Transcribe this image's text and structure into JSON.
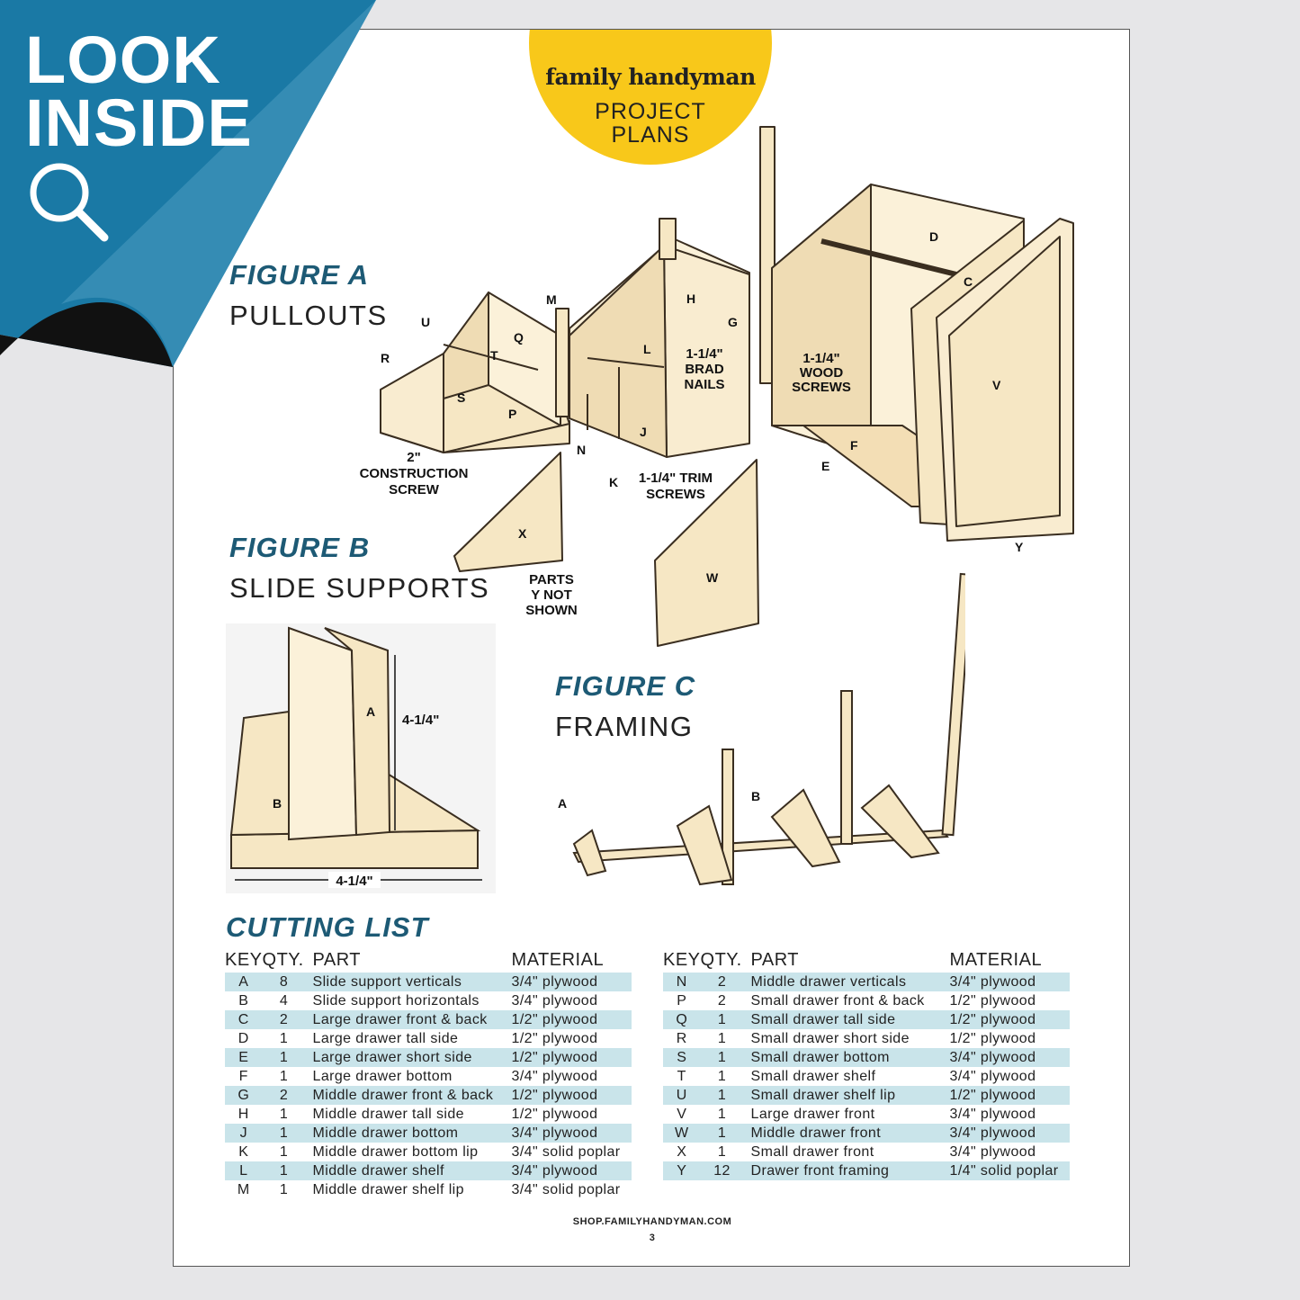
{
  "corner": {
    "line1": "LOOK",
    "line2": "INSIDE"
  },
  "badge": {
    "brand": "family handyman",
    "line1": "PROJECT",
    "line2": "PLANS"
  },
  "figure_a": {
    "title": "FIGURE A",
    "subtitle": "PULLOUTS",
    "labels": [
      "U",
      "R",
      "T",
      "Q",
      "S",
      "P",
      "M",
      "H",
      "G",
      "L",
      "N",
      "J",
      "K",
      "D",
      "C",
      "V",
      "F",
      "E",
      "Y"
    ],
    "callouts": {
      "brad_nails": [
        "1-1/4\"",
        "BRAD",
        "NAILS"
      ],
      "wood_screws": [
        "1-1/4\"",
        "WOOD",
        "SCREWS"
      ],
      "construction_screw": [
        "2\"",
        "CONSTRUCTION",
        "SCREW"
      ],
      "trim_screws": [
        "1-1/4\" TRIM",
        "SCREWS"
      ],
      "parts_not_shown": [
        "PARTS",
        "Y NOT",
        "SHOWN"
      ]
    },
    "loose_parts": [
      "X",
      "W"
    ]
  },
  "figure_b": {
    "title": "FIGURE B",
    "subtitle": "SLIDE SUPPORTS",
    "labels": {
      "a": "A",
      "b": "B"
    },
    "dim_height": "4-1/4\"",
    "dim_width": "4-1/4\""
  },
  "figure_c": {
    "title": "FIGURE C",
    "subtitle": "FRAMING",
    "labels": {
      "a": "A",
      "b": "B"
    }
  },
  "cutting_list": {
    "title": "CUTTING LIST",
    "headers": [
      "KEY",
      "QTY.",
      "PART",
      "MATERIAL"
    ],
    "left": [
      {
        "key": "A",
        "qty": "8",
        "part": "Slide support verticals",
        "material": "3/4\" plywood"
      },
      {
        "key": "B",
        "qty": "4",
        "part": "Slide support horizontals",
        "material": "3/4\" plywood"
      },
      {
        "key": "C",
        "qty": "2",
        "part": "Large drawer front & back",
        "material": "1/2\" plywood"
      },
      {
        "key": "D",
        "qty": "1",
        "part": "Large drawer tall side",
        "material": "1/2\" plywood"
      },
      {
        "key": "E",
        "qty": "1",
        "part": "Large drawer short side",
        "material": "1/2\" plywood"
      },
      {
        "key": "F",
        "qty": "1",
        "part": "Large drawer bottom",
        "material": "3/4\" plywood"
      },
      {
        "key": "G",
        "qty": "2",
        "part": "Middle drawer front & back",
        "material": "1/2\" plywood"
      },
      {
        "key": "H",
        "qty": "1",
        "part": "Middle drawer tall side",
        "material": "1/2\" plywood"
      },
      {
        "key": "J",
        "qty": "1",
        "part": "Middle drawer bottom",
        "material": "3/4\" plywood"
      },
      {
        "key": "K",
        "qty": "1",
        "part": "Middle drawer bottom lip",
        "material": "3/4\" solid poplar"
      },
      {
        "key": "L",
        "qty": "1",
        "part": "Middle drawer shelf",
        "material": "3/4\" plywood"
      },
      {
        "key": "M",
        "qty": "1",
        "part": "Middle drawer shelf lip",
        "material": "3/4\" solid poplar"
      }
    ],
    "right": [
      {
        "key": "N",
        "qty": "2",
        "part": "Middle drawer verticals",
        "material": "3/4\" plywood"
      },
      {
        "key": "P",
        "qty": "2",
        "part": "Small drawer front & back",
        "material": "1/2\" plywood"
      },
      {
        "key": "Q",
        "qty": "1",
        "part": "Small drawer tall side",
        "material": "1/2\" plywood"
      },
      {
        "key": "R",
        "qty": "1",
        "part": "Small drawer short side",
        "material": "1/2\" plywood"
      },
      {
        "key": "S",
        "qty": "1",
        "part": "Small drawer bottom",
        "material": "3/4\" plywood"
      },
      {
        "key": "T",
        "qty": "1",
        "part": "Small drawer shelf",
        "material": "3/4\" plywood"
      },
      {
        "key": "U",
        "qty": "1",
        "part": "Small drawer shelf lip",
        "material": "1/2\" plywood"
      },
      {
        "key": "V",
        "qty": "1",
        "part": "Large drawer front",
        "material": "3/4\" plywood"
      },
      {
        "key": "W",
        "qty": "1",
        "part": "Middle drawer front",
        "material": "3/4\" plywood"
      },
      {
        "key": "X",
        "qty": "1",
        "part": "Small drawer front",
        "material": "3/4\" plywood"
      },
      {
        "key": "Y",
        "qty": "12",
        "part": "Drawer front framing",
        "material": "1/4\" solid poplar"
      }
    ]
  },
  "footer": {
    "url": "SHOP.FAMILYHANDYMAN.COM",
    "page": "3"
  },
  "colors": {
    "accent": "#1d5a75",
    "badge": "#f8c81a",
    "corner": "#1a79a5",
    "row_shade": "#c9e4ea",
    "wood": "#f6e7c4"
  }
}
